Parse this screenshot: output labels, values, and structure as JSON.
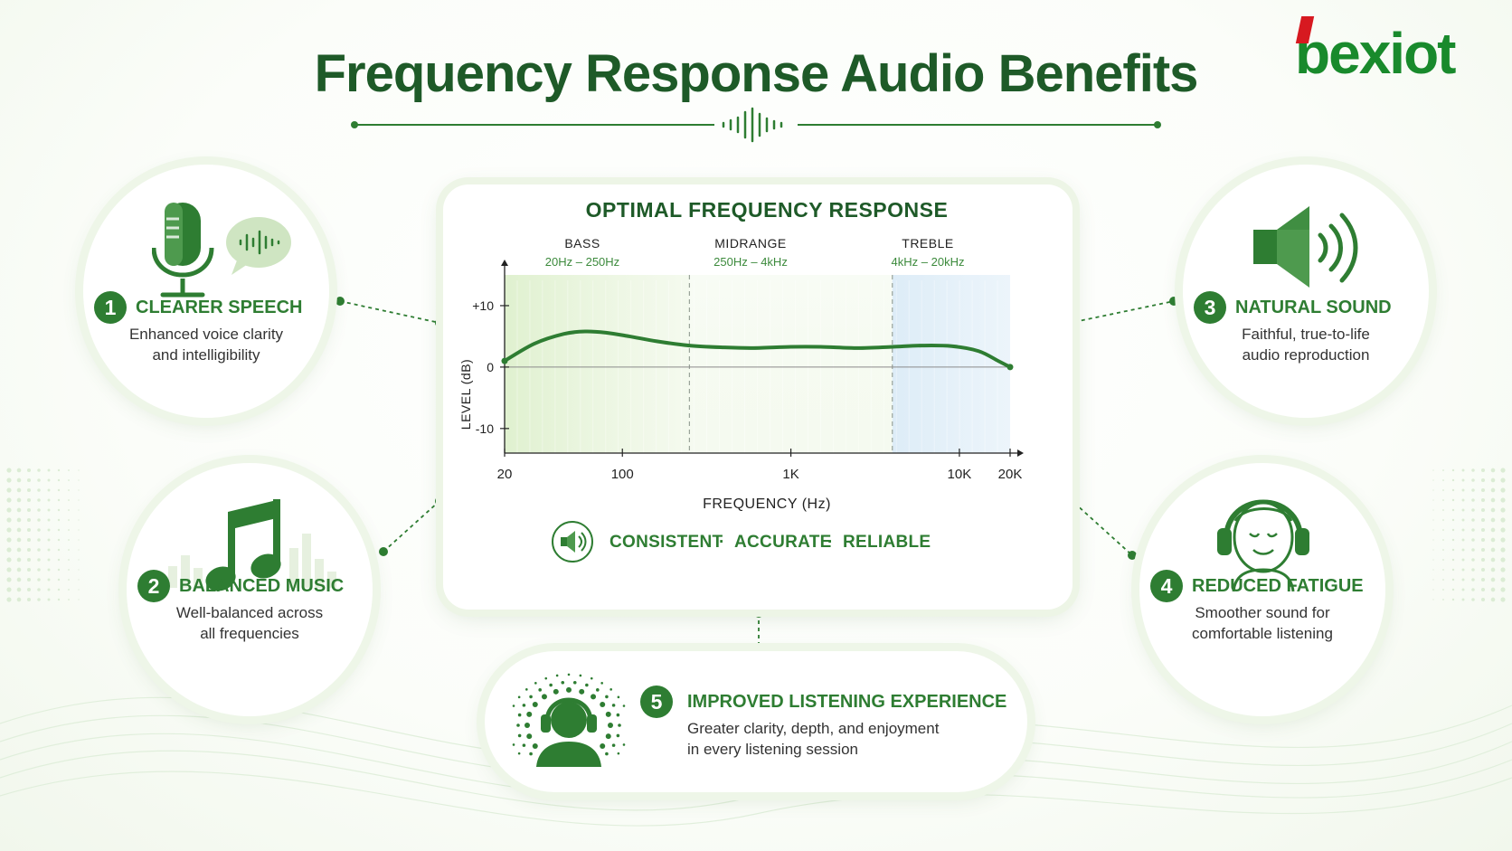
{
  "brand": {
    "logo_text": "bexiot"
  },
  "page_title": "Frequency Response Audio Benefits",
  "colors": {
    "primary": "#2e7d32",
    "dark": "#1e5a28",
    "accent_red": "#d71920",
    "bass_band": "#e4f2d4",
    "treble_band": "#dcecf7"
  },
  "benefits": [
    {
      "number": "1",
      "title": "CLEARER SPEECH",
      "lines": [
        "Enhanced voice clarity",
        "and intelligibility"
      ],
      "icon": "microphone-speech-icon"
    },
    {
      "number": "2",
      "title": "BALANCED MUSIC",
      "lines": [
        "Well-balanced across",
        "all frequencies"
      ],
      "icon": "music-note-icon"
    },
    {
      "number": "3",
      "title": "NATURAL SOUND",
      "lines": [
        "Faithful, true-to-life",
        "audio reproduction"
      ],
      "icon": "speaker-icon"
    },
    {
      "number": "4",
      "title": "REDUCED FATIGUE",
      "lines": [
        "Smoother sound for",
        "comfortable listening"
      ],
      "icon": "headphones-face-icon"
    },
    {
      "number": "5",
      "title": "IMPROVED LISTENING EXPERIENCE",
      "lines": [
        "Greater clarity, depth, and enjoyment",
        "in every listening session"
      ],
      "icon": "listener-icon"
    }
  ],
  "footer_tagline": {
    "words": [
      "CONSISTENT",
      "ACCURATE",
      "RELIABLE"
    ],
    "separator": "·"
  },
  "chart_data": {
    "type": "line",
    "title": "OPTIMAL FREQUENCY RESPONSE",
    "xlabel": "FREQUENCY (Hz)",
    "ylabel": "LEVEL (dB)",
    "x_scale": "log",
    "xlim": [
      20,
      20000
    ],
    "ylim": [
      -14,
      15
    ],
    "x_ticks": [
      20,
      100,
      1000,
      10000,
      20000
    ],
    "x_tick_labels": [
      "20",
      "100",
      "1K",
      "10K",
      "20K"
    ],
    "y_ticks": [
      10,
      0,
      -10
    ],
    "y_tick_labels": [
      "+10",
      "0",
      "-10"
    ],
    "grid": false,
    "bands": [
      {
        "name": "BASS",
        "range_label": "20Hz – 250Hz",
        "from": 20,
        "to": 250
      },
      {
        "name": "MIDRANGE",
        "range_label": "250Hz – 4kHz",
        "from": 250,
        "to": 4000
      },
      {
        "name": "TREBLE",
        "range_label": "4kHz – 20kHz",
        "from": 4000,
        "to": 20000
      }
    ],
    "series": [
      {
        "x": [
          20,
          30,
          45,
          60,
          80,
          110,
          160,
          250,
          400,
          600,
          1000,
          1500,
          2500,
          4000,
          6000,
          9000,
          13000,
          17000,
          20000
        ],
        "values": [
          1.0,
          3.8,
          5.4,
          5.8,
          5.6,
          5.0,
          4.2,
          3.5,
          3.2,
          3.1,
          3.3,
          3.3,
          3.1,
          3.3,
          3.5,
          3.4,
          2.6,
          1.0,
          0.0
        ]
      }
    ]
  }
}
